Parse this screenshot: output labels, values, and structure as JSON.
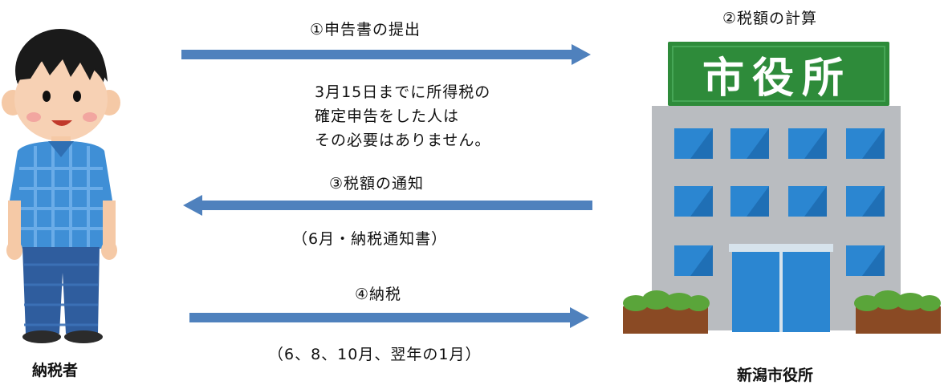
{
  "taxpayer": {
    "label": "納税者"
  },
  "city_office": {
    "sign_text": "市役所",
    "label": "新潟市役所"
  },
  "steps": {
    "submit": "①申告書の提出",
    "calculate": "②税額の計算",
    "notify": "③税額の通知",
    "pay": "④納税"
  },
  "notes": {
    "submit_note_line1": "3月15日までに所得税の",
    "submit_note_line2": "確定申告をした人は",
    "submit_note_line3": "その必要はありません。",
    "notify_note": "（6月・納税通知書）",
    "pay_note": "（6、8、10月、翌年の1月）"
  },
  "colors": {
    "arrow": "#4f81bd",
    "sign_green": "#2e8b3a",
    "building_gray": "#b9bcc0",
    "window_blue": "#2b86d1",
    "shirt_blue": "#3f8fd6",
    "pants_blue": "#2f5d9e"
  },
  "icons": {
    "taxpayer": "person-icon",
    "city_office": "building-icon"
  }
}
